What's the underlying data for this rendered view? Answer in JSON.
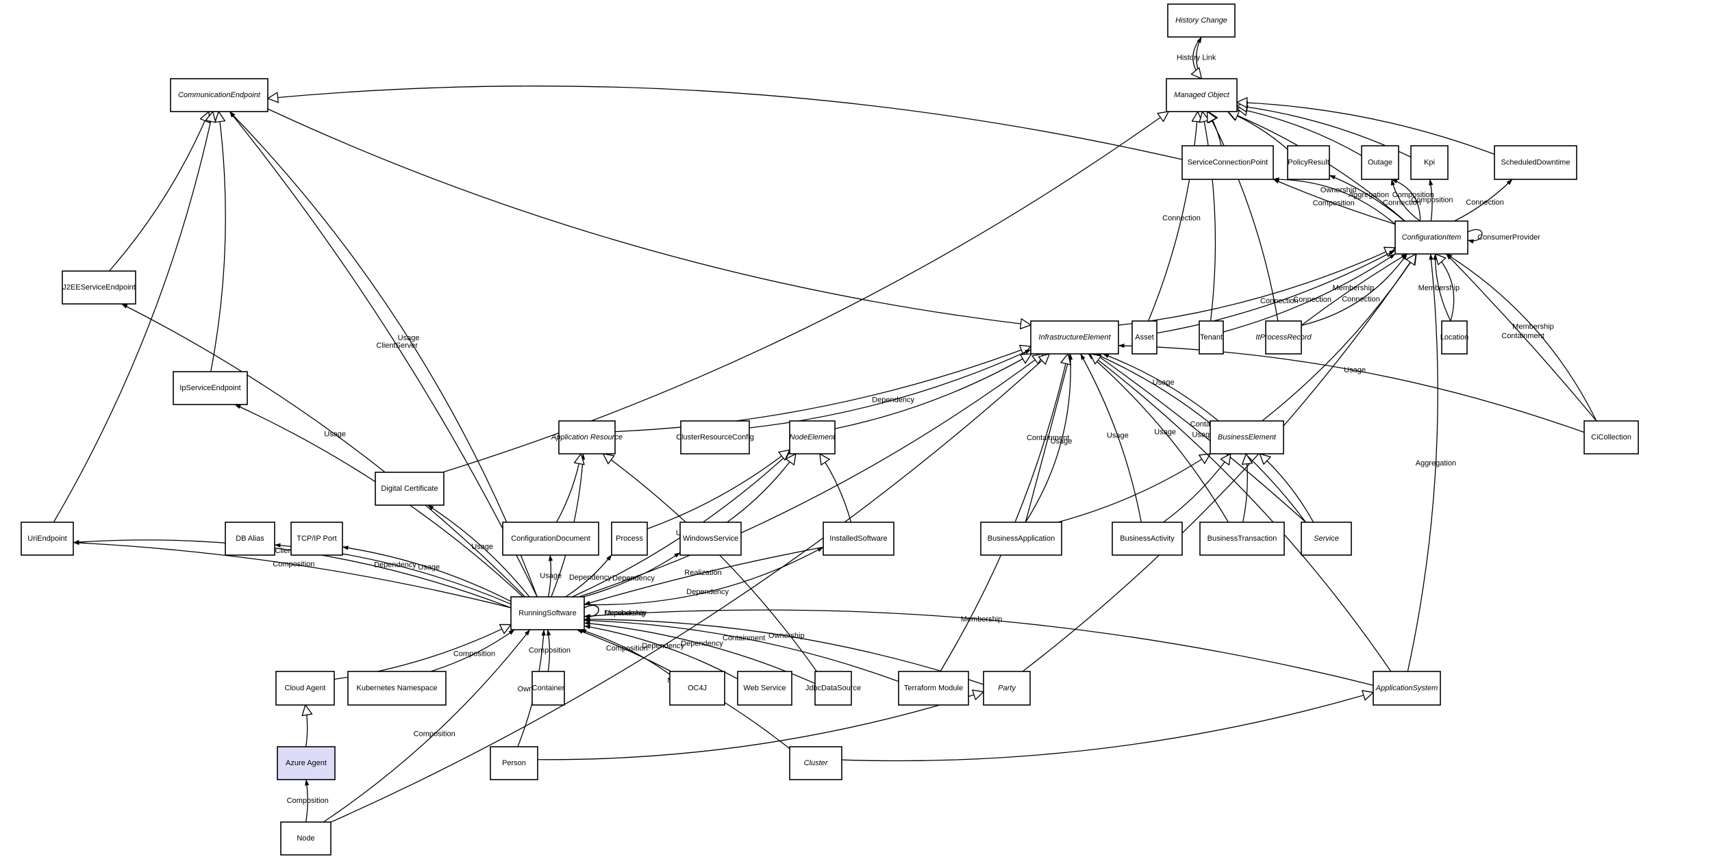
{
  "diagram": {
    "title": "CI Class Model",
    "highlight_color": "#dcdcf8",
    "nodes": [
      {
        "id": "history-change",
        "label": "History Change",
        "abstract": true
      },
      {
        "id": "managed-object",
        "label": "Managed Object",
        "abstract": true
      },
      {
        "id": "communication-endpoint",
        "label": "CommunicationEndpoint",
        "abstract": true
      },
      {
        "id": "service-connection-point",
        "label": "ServiceConnectionPoint",
        "abstract": false
      },
      {
        "id": "policy-result",
        "label": "PolicyResult",
        "abstract": false
      },
      {
        "id": "outage",
        "label": "Outage",
        "abstract": false
      },
      {
        "id": "kpi",
        "label": "Kpi",
        "abstract": false
      },
      {
        "id": "scheduled-downtime",
        "label": "ScheduledDowntime",
        "abstract": false
      },
      {
        "id": "configuration-item",
        "label": "ConfigurationItem",
        "abstract": true
      },
      {
        "id": "j2ee-service-endpoint",
        "label": "J2EEServiceEndpoint",
        "abstract": false
      },
      {
        "id": "infrastructure-element",
        "label": "InfrastructureElement",
        "abstract": true
      },
      {
        "id": "asset",
        "label": "Asset",
        "abstract": false
      },
      {
        "id": "tenant",
        "label": "Tenant",
        "abstract": false
      },
      {
        "id": "it-process-record",
        "label": "ItProcessRecord",
        "abstract": true
      },
      {
        "id": "location",
        "label": "Location",
        "abstract": false
      },
      {
        "id": "ip-service-endpoint",
        "label": "IpServiceEndpoint",
        "abstract": false
      },
      {
        "id": "application-resource",
        "label": "Application Resource",
        "abstract": true
      },
      {
        "id": "cluster-resource-config",
        "label": "ClusterResourceConfig",
        "abstract": false
      },
      {
        "id": "node-element",
        "label": "NodeElement",
        "abstract": true
      },
      {
        "id": "business-element",
        "label": "BusinessElement",
        "abstract": true
      },
      {
        "id": "ci-collection",
        "label": "CiCollection",
        "abstract": false
      },
      {
        "id": "digital-certificate",
        "label": "Digital Certificate",
        "abstract": false
      },
      {
        "id": "uri-endpoint",
        "label": "UriEndpoint",
        "abstract": false
      },
      {
        "id": "db-alias",
        "label": "DB Alias",
        "abstract": false
      },
      {
        "id": "tcp-ip-port",
        "label": "TCP/IP Port",
        "abstract": false
      },
      {
        "id": "configuration-document",
        "label": "ConfigurationDocument",
        "abstract": false
      },
      {
        "id": "process",
        "label": "Process",
        "abstract": false
      },
      {
        "id": "windows-service",
        "label": "WindowsService",
        "abstract": false
      },
      {
        "id": "installed-software",
        "label": "InstalledSoftware",
        "abstract": false
      },
      {
        "id": "business-application",
        "label": "BusinessApplication",
        "abstract": false
      },
      {
        "id": "business-activity",
        "label": "BusinessActivity",
        "abstract": false
      },
      {
        "id": "business-transaction",
        "label": "BusinessTransaction",
        "abstract": false
      },
      {
        "id": "service",
        "label": "Service",
        "abstract": true
      },
      {
        "id": "running-software",
        "label": "RunningSoftware",
        "abstract": false
      },
      {
        "id": "cloud-agent",
        "label": "Cloud Agent",
        "abstract": false
      },
      {
        "id": "kubernetes-namespace",
        "label": "Kubernetes Namespace",
        "abstract": false
      },
      {
        "id": "container",
        "label": "Container",
        "abstract": false
      },
      {
        "id": "oc4j",
        "label": "OC4J",
        "abstract": false
      },
      {
        "id": "web-service",
        "label": "Web Service",
        "abstract": false
      },
      {
        "id": "jdbc-data-source",
        "label": "JdbcDataSource",
        "abstract": false
      },
      {
        "id": "terraform-module",
        "label": "Terraform Module",
        "abstract": false
      },
      {
        "id": "party",
        "label": "Party",
        "abstract": true
      },
      {
        "id": "application-system",
        "label": "ApplicationSystem",
        "abstract": true
      },
      {
        "id": "azure-agent",
        "label": "Azure Agent",
        "abstract": false,
        "highlight": true
      },
      {
        "id": "person",
        "label": "Person",
        "abstract": false
      },
      {
        "id": "cluster",
        "label": "Cluster",
        "abstract": true
      },
      {
        "id": "node",
        "label": "Node",
        "abstract": false
      }
    ],
    "edges": [
      {
        "from": "managed-object",
        "to": "history-change",
        "label": "History Link",
        "kind": "assoc"
      },
      {
        "from": "history-change",
        "to": "managed-object",
        "label": "",
        "kind": "inherit"
      },
      {
        "from": "service-connection-point",
        "to": "managed-object",
        "label": "",
        "kind": "inherit"
      },
      {
        "from": "policy-result",
        "to": "managed-object",
        "label": "",
        "kind": "inherit"
      },
      {
        "from": "outage",
        "to": "managed-object",
        "label": "",
        "kind": "inherit"
      },
      {
        "from": "kpi",
        "to": "managed-object",
        "label": "",
        "kind": "inherit"
      },
      {
        "from": "scheduled-downtime",
        "to": "managed-object",
        "label": "",
        "kind": "inherit"
      },
      {
        "from": "configuration-item",
        "to": "managed-object",
        "label": "",
        "kind": "inherit"
      },
      {
        "from": "asset",
        "to": "managed-object",
        "label": "Connection",
        "kind": "inherit"
      },
      {
        "from": "tenant",
        "to": "managed-object",
        "label": "",
        "kind": "inherit"
      },
      {
        "from": "it-process-record",
        "to": "managed-object",
        "label": "",
        "kind": "inherit"
      },
      {
        "from": "digital-certificate",
        "to": "managed-object",
        "label": "",
        "kind": "inherit"
      },
      {
        "from": "service-connection-point",
        "to": "communication-endpoint",
        "label": "",
        "kind": "inherit"
      },
      {
        "from": "configuration-item",
        "to": "service-connection-point",
        "label": "Composition",
        "kind": "assoc"
      },
      {
        "from": "configuration-item",
        "to": "service-connection-point",
        "label": "Ownership",
        "kind": "assoc"
      },
      {
        "from": "configuration-item",
        "to": "policy-result",
        "label": "Aggregation",
        "kind": "assoc"
      },
      {
        "from": "configuration-item",
        "to": "outage",
        "label": "Connection",
        "kind": "assoc"
      },
      {
        "from": "configuration-item",
        "to": "outage",
        "label": "Composition",
        "kind": "assoc"
      },
      {
        "from": "configuration-item",
        "to": "kpi",
        "label": "Composition",
        "kind": "assoc"
      },
      {
        "from": "configuration-item",
        "to": "scheduled-downtime",
        "label": "Connection",
        "kind": "assoc"
      },
      {
        "from": "configuration-item",
        "to": "configuration-item",
        "label": "ConsumerProvider",
        "kind": "assoc"
      },
      {
        "from": "infrastructure-element",
        "to": "configuration-item",
        "label": "",
        "kind": "inherit"
      },
      {
        "from": "asset",
        "to": "configuration-item",
        "label": "Connection",
        "kind": "assoc"
      },
      {
        "from": "tenant",
        "to": "configuration-item",
        "label": "Connection",
        "kind": "assoc"
      },
      {
        "from": "it-process-record",
        "to": "configuration-item",
        "label": "Membership",
        "kind": "assoc"
      },
      {
        "from": "it-process-record",
        "to": "configuration-item",
        "label": "Connection",
        "kind": "assoc"
      },
      {
        "from": "location",
        "to": "configuration-item",
        "label": "Membership",
        "kind": "assoc"
      },
      {
        "from": "location",
        "to": "configuration-item",
        "label": "",
        "kind": "inherit"
      },
      {
        "from": "ci-collection",
        "to": "configuration-item",
        "label": "Containment",
        "kind": "assoc"
      },
      {
        "from": "ci-collection",
        "to": "configuration-item",
        "label": "Membership",
        "kind": "assoc"
      },
      {
        "from": "ci-collection",
        "to": "infrastructure-element",
        "label": "Usage",
        "kind": "assoc"
      },
      {
        "from": "business-element",
        "to": "configuration-item",
        "label": "",
        "kind": "inherit"
      },
      {
        "from": "application-system",
        "to": "configuration-item",
        "label": "Aggregation",
        "kind": "assoc"
      },
      {
        "from": "party",
        "to": "configuration-item",
        "label": "",
        "kind": "inherit"
      },
      {
        "from": "communication-endpoint",
        "to": "infrastructure-element",
        "label": "",
        "kind": "inherit"
      },
      {
        "from": "j2ee-service-endpoint",
        "to": "communication-endpoint",
        "label": "",
        "kind": "inherit"
      },
      {
        "from": "ip-service-endpoint",
        "to": "communication-endpoint",
        "label": "",
        "kind": "inherit"
      },
      {
        "from": "uri-endpoint",
        "to": "communication-endpoint",
        "label": "",
        "kind": "inherit"
      },
      {
        "from": "running-software",
        "to": "communication-endpoint",
        "label": "ClientServer",
        "kind": "assoc"
      },
      {
        "from": "running-software",
        "to": "communication-endpoint",
        "label": "Usage",
        "kind": "assoc"
      },
      {
        "from": "running-software",
        "to": "j2ee-service-endpoint",
        "label": "Usage",
        "kind": "assoc"
      },
      {
        "from": "running-software",
        "to": "ip-service-endpoint",
        "label": "Usage",
        "kind": "assoc"
      },
      {
        "from": "running-software",
        "to": "uri-endpoint",
        "label": "Composition",
        "kind": "assoc"
      },
      {
        "from": "running-software",
        "to": "uri-endpoint",
        "label": "ClientServer",
        "kind": "assoc"
      },
      {
        "from": "running-software",
        "to": "db-alias",
        "label": "Dependency",
        "kind": "assoc"
      },
      {
        "from": "running-software",
        "to": "tcp-ip-port",
        "label": "Usage",
        "kind": "assoc"
      },
      {
        "from": "running-software",
        "to": "digital-certificate",
        "label": "Usage",
        "kind": "assoc"
      },
      {
        "from": "running-software",
        "to": "application-resource",
        "label": "Composition",
        "kind": "assoc"
      },
      {
        "from": "running-software",
        "to": "configuration-document",
        "label": "Usage",
        "kind": "assoc"
      },
      {
        "from": "running-software",
        "to": "process",
        "label": "Dependency",
        "kind": "assoc"
      },
      {
        "from": "running-software",
        "to": "windows-service",
        "label": "Dependency",
        "kind": "assoc"
      },
      {
        "from": "running-software",
        "to": "node-element",
        "label": "Usage",
        "kind": "assoc"
      },
      {
        "from": "installed-software",
        "to": "running-software",
        "label": "Realization",
        "kind": "assoc"
      },
      {
        "from": "running-software",
        "to": "installed-software",
        "label": "Dependency",
        "kind": "assoc"
      },
      {
        "from": "running-software",
        "to": "running-software",
        "label": "Dependency",
        "kind": "assoc"
      },
      {
        "from": "running-software",
        "to": "running-software",
        "label": "Membership",
        "kind": "assoc"
      },
      {
        "from": "running-software",
        "to": "infrastructure-element",
        "label": "",
        "kind": "inherit"
      },
      {
        "from": "application-resource",
        "to": "infrastructure-element",
        "label": "",
        "kind": "inherit"
      },
      {
        "from": "cluster-resource-config",
        "to": "infrastructure-element",
        "label": "Dependency",
        "kind": "assoc"
      },
      {
        "from": "node-element",
        "to": "infrastructure-element",
        "label": "",
        "kind": "inherit"
      },
      {
        "from": "configuration-document",
        "to": "application-resource",
        "label": "",
        "kind": "inherit"
      },
      {
        "from": "jdbc-data-source",
        "to": "application-resource",
        "label": "",
        "kind": "inherit"
      },
      {
        "from": "process",
        "to": "node-element",
        "label": "",
        "kind": "inherit"
      },
      {
        "from": "windows-service",
        "to": "node-element",
        "label": "",
        "kind": "inherit"
      },
      {
        "from": "installed-software",
        "to": "node-element",
        "label": "",
        "kind": "inherit"
      },
      {
        "from": "business-application",
        "to": "infrastructure-element",
        "label": "Containment",
        "kind": "assoc"
      },
      {
        "from": "business-application",
        "to": "infrastructure-element",
        "label": "Usage",
        "kind": "assoc"
      },
      {
        "from": "business-activity",
        "to": "infrastructure-element",
        "label": "Usage",
        "kind": "assoc"
      },
      {
        "from": "business-transaction",
        "to": "infrastructure-element",
        "label": "Usage",
        "kind": "assoc"
      },
      {
        "from": "business-element",
        "to": "infrastructure-element",
        "label": "Usage",
        "kind": "assoc"
      },
      {
        "from": "service",
        "to": "infrastructure-element",
        "label": "Usage",
        "kind": "assoc"
      },
      {
        "from": "service",
        "to": "infrastructure-element",
        "label": "Containment",
        "kind": "assoc"
      },
      {
        "from": "business-application",
        "to": "business-element",
        "label": "",
        "kind": "inherit"
      },
      {
        "from": "business-activity",
        "to": "business-element",
        "label": "",
        "kind": "inherit"
      },
      {
        "from": "business-transaction",
        "to": "business-element",
        "label": "",
        "kind": "inherit"
      },
      {
        "from": "service",
        "to": "business-element",
        "label": "",
        "kind": "inherit"
      },
      {
        "from": "application-system",
        "to": "infrastructure-element",
        "label": "",
        "kind": "inherit"
      },
      {
        "from": "terraform-module",
        "to": "infrastructure-element",
        "label": "",
        "kind": "inherit"
      },
      {
        "from": "node",
        "to": "infrastructure-element",
        "label": "",
        "kind": "inherit"
      },
      {
        "from": "cloud-agent",
        "to": "running-software",
        "label": "",
        "kind": "inherit"
      },
      {
        "from": "kubernetes-namespace",
        "to": "running-software",
        "label": "Composition",
        "kind": "assoc"
      },
      {
        "from": "container",
        "to": "running-software",
        "label": "Composition",
        "kind": "assoc"
      },
      {
        "from": "oc4j",
        "to": "running-software",
        "label": "Composition",
        "kind": "assoc"
      },
      {
        "from": "web-service",
        "to": "running-software",
        "label": "Dependency",
        "kind": "assoc"
      },
      {
        "from": "jdbc-data-source",
        "to": "running-software",
        "label": "Dependency",
        "kind": "assoc"
      },
      {
        "from": "terraform-module",
        "to": "running-software",
        "label": "Containment",
        "kind": "assoc"
      },
      {
        "from": "party",
        "to": "running-software",
        "label": "Ownership",
        "kind": "assoc"
      },
      {
        "from": "application-system",
        "to": "running-software",
        "label": "Membership",
        "kind": "assoc"
      },
      {
        "from": "person",
        "to": "running-software",
        "label": "Ownership",
        "kind": "assoc"
      },
      {
        "from": "cluster",
        "to": "running-software",
        "label": "Membership",
        "kind": "assoc"
      },
      {
        "from": "node",
        "to": "running-software",
        "label": "Composition",
        "kind": "assoc"
      },
      {
        "from": "azure-agent",
        "to": "cloud-agent",
        "label": "",
        "kind": "inherit"
      },
      {
        "from": "node",
        "to": "azure-agent",
        "label": "Composition",
        "kind": "assoc"
      },
      {
        "from": "person",
        "to": "party",
        "label": "",
        "kind": "inherit"
      },
      {
        "from": "cluster",
        "to": "application-system",
        "label": "",
        "kind": "inherit"
      }
    ]
  }
}
